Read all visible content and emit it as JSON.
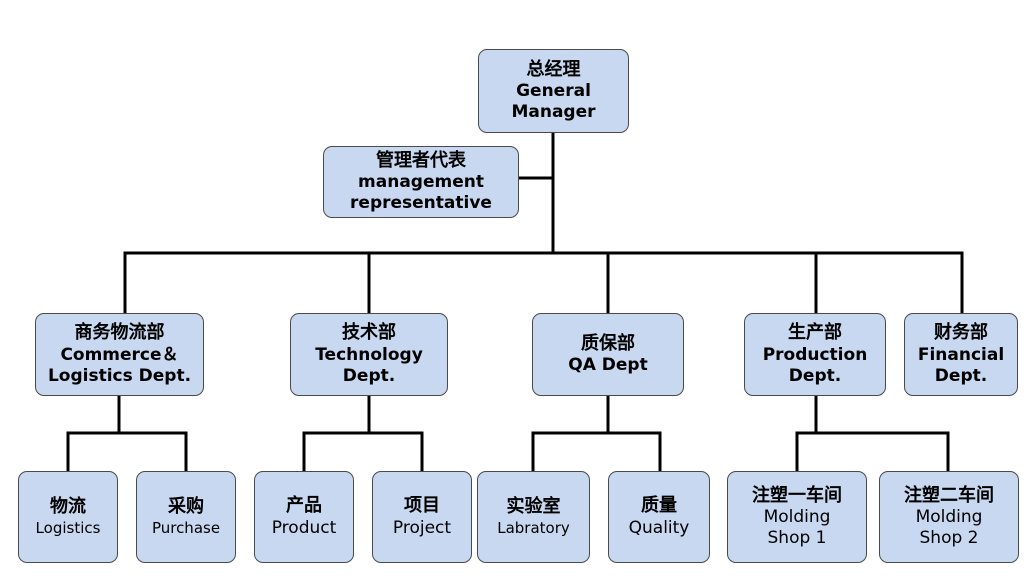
{
  "colors": {
    "box_fill": "#c8d8f0",
    "box_border": "#4a4a4a",
    "line": "#000000"
  },
  "nodes": {
    "gm": {
      "zh": "总经理",
      "en1": "General",
      "en2": "Manager"
    },
    "mr": {
      "zh": "管理者代表",
      "en1": "management",
      "en2": "representative"
    },
    "commerce": {
      "zh": "商务物流部",
      "en1": "Commerce＆",
      "en2": "Logistics Dept."
    },
    "technology": {
      "zh": "技术部",
      "en1": "Technology",
      "en2": "Dept."
    },
    "qa": {
      "zh": "质保部",
      "en1": "QA Dept"
    },
    "production": {
      "zh": "生产部",
      "en1": "Production",
      "en2": "Dept."
    },
    "financial": {
      "zh": "财务部",
      "en1": "Financial",
      "en2": "Dept."
    },
    "logistics": {
      "zh": "物流",
      "en1": "Logistics"
    },
    "purchase": {
      "zh": "采购",
      "en1": "Purchase"
    },
    "product": {
      "zh": "产品",
      "en1": "Product"
    },
    "project": {
      "zh": "项目",
      "en1": "Project"
    },
    "lab": {
      "zh": "实验室",
      "en1": "Labratory"
    },
    "quality": {
      "zh": "质量",
      "en1": "Quality"
    },
    "molding1": {
      "zh": "注塑一车间",
      "en1": "Molding",
      "en2": "Shop 1"
    },
    "molding2": {
      "zh": "注塑二车间",
      "en1": "Molding",
      "en2": "Shop 2"
    }
  }
}
